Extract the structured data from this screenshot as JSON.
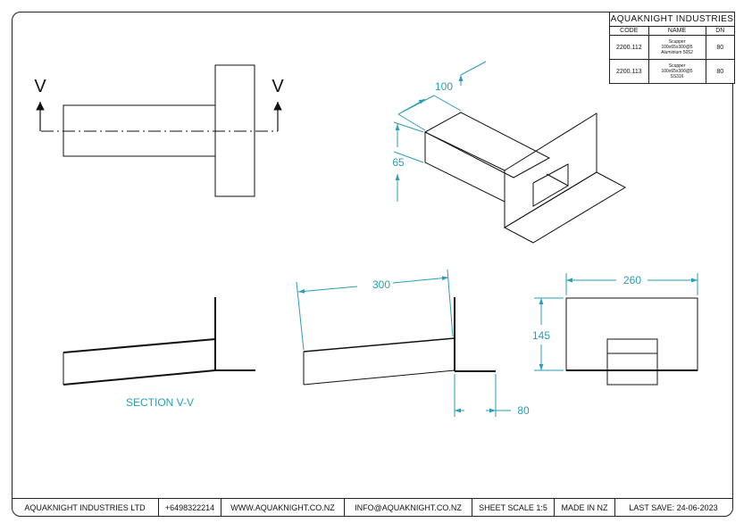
{
  "title_block": {
    "company": "AQUAKNIGHT INDUSTRIES",
    "columns": [
      "CODE",
      "NAME",
      "DN"
    ],
    "rows": [
      {
        "code": "2200.112",
        "name_lines": [
          "Scupper",
          "100x65x300@5",
          "Aluminium 5052"
        ],
        "dn": "80"
      },
      {
        "code": "2200.113",
        "name_lines": [
          "Scupper",
          "100x65x300@5",
          "SS316"
        ],
        "dn": "80"
      }
    ]
  },
  "section_marker": {
    "letter_left": "V",
    "letter_right": "V",
    "caption": "SECTION V-V"
  },
  "dimensions": {
    "iso_width": "100",
    "iso_height": "65",
    "length": "300",
    "flange_width": "260",
    "flange_height": "145",
    "overhang": "80"
  },
  "colors": {
    "line": "#111111",
    "dimension": "#2a9db8"
  },
  "footer": {
    "company": "AQUAKNIGHT INDUSTRIES LTD",
    "phone": "+6498322214",
    "website": "WWW.AQUAKNIGHT.CO.NZ",
    "email": "INFO@AQUAKNIGHT.CO.NZ",
    "scale": "SHEET SCALE 1:5",
    "origin": "MADE IN NZ",
    "last_save": "LAST SAVE: 24-06-2023"
  }
}
